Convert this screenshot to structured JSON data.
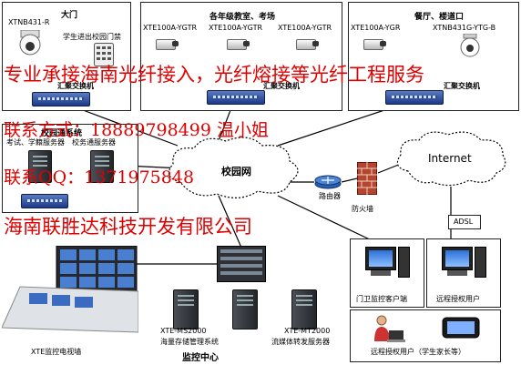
{
  "sections": {
    "gate": {
      "title": "大门",
      "camera_model": "XTNB431-R",
      "card_reader_label": "学生进出校园门禁",
      "switch_label": "汇聚交换机"
    },
    "classrooms": {
      "title": "各年级教室、考场",
      "camera_models": [
        "XTE100A-YGTR",
        "XTE100A-YGTR",
        "XTE100A-YGTR"
      ],
      "switch_label": "汇聚交换机"
    },
    "canteen": {
      "title": "餐厅、楼道口",
      "camera_models": [
        "XTE100A-YGR",
        "XTNB431G-YTG-B"
      ],
      "switch_label": "汇聚交换机"
    },
    "server_room": {
      "title": "校园通系统",
      "servers_label": "考试、学籍服务器",
      "servers_label2": "校务通服务器"
    }
  },
  "network": {
    "campus": "校园网",
    "internet": "Internet",
    "router": "路由器",
    "firewall": "防火墙",
    "adsl": "ADSL"
  },
  "clients": {
    "gate_client": "门卫监控客户端",
    "remote_user": "远程授权用户",
    "remote_parent": "远程授权用户（学生家长等）"
  },
  "control": {
    "tv_wall": "XTE监控电视墙",
    "center": "监控中心",
    "storage_server_model": "XTE-MS2000",
    "storage_server_desc": "海量存储管理系统",
    "forward_server_model": "XTE-MT2000",
    "forward_server_desc": "流媒体转发服务器"
  },
  "overlay": {
    "line1": "专业承接海南光纤接入，光纤熔接等光纤工程服务",
    "line2": "联系方式：18889798499 温小姐",
    "line3": "联系QQ：1371975848",
    "line4": "海南联胜达科技开发有限公司"
  },
  "colors": {
    "overlay_red": "#e00000",
    "switch_blue": "#1d3a88"
  }
}
